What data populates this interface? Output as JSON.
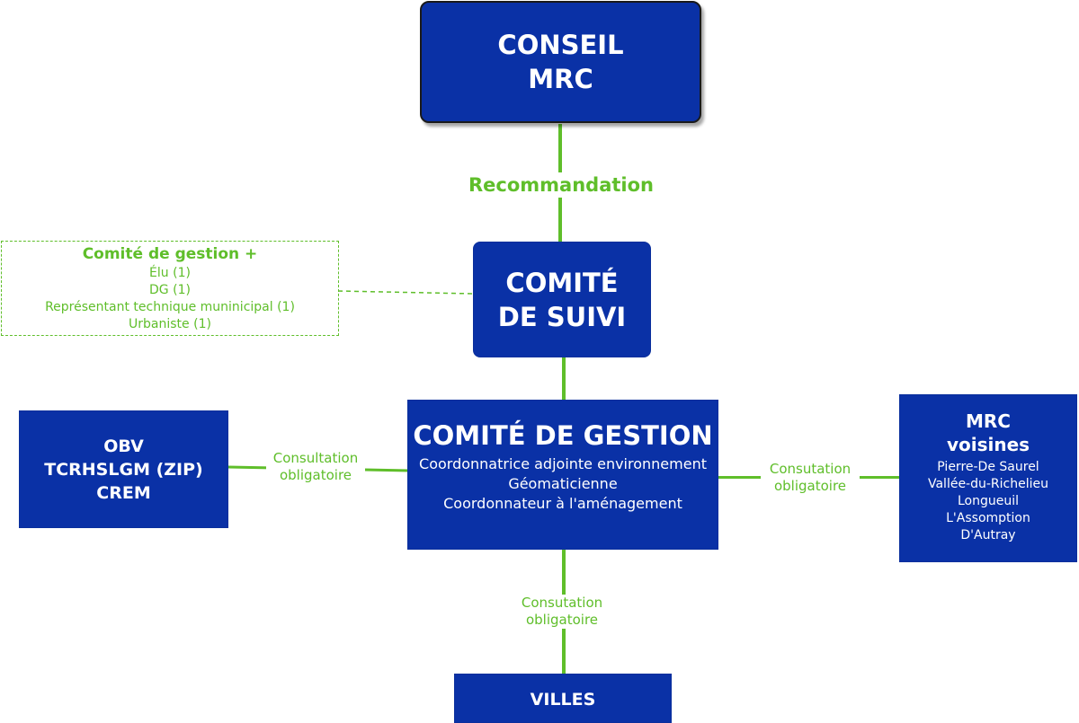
{
  "colors": {
    "box": "#0a31a6",
    "line": "#5fbe2a",
    "dashed_border": "#5fbe2a"
  },
  "conseil": {
    "line1": "CONSEIL",
    "line2": "MRC"
  },
  "recommandation": "Recommandation",
  "suivi": {
    "line1": "COMITÉ",
    "line2": "DE SUIVI"
  },
  "gestion_plus": {
    "title": "Comité de gestion +",
    "items": [
      "Élu (1)",
      "DG (1)",
      "Représentant technique muninicipal (1)",
      "Urbaniste (1)"
    ]
  },
  "gestion": {
    "title": "COMITÉ DE GESTION",
    "items": [
      "Coordonnatrice adjointe environnement",
      "Géomaticienne",
      "Coordonnateur à l'aménagement"
    ]
  },
  "obv": {
    "items": [
      "OBV",
      "TCRHSLGM (ZIP)",
      "CREM"
    ]
  },
  "label_left": {
    "line1": "Consultation",
    "line2": "obligatoire"
  },
  "mrc_voisines": {
    "title1": "MRC",
    "title2": "voisines",
    "items": [
      "Pierre-De Saurel",
      "Vallée-du-Richelieu",
      "Longueuil",
      "L'Assomption",
      "D'Autray"
    ]
  },
  "label_right": {
    "line1": "Consutation",
    "line2": "obligatoire"
  },
  "label_bottom": {
    "line1": "Consutation",
    "line2": "obligatoire"
  },
  "villes": "VILLES"
}
